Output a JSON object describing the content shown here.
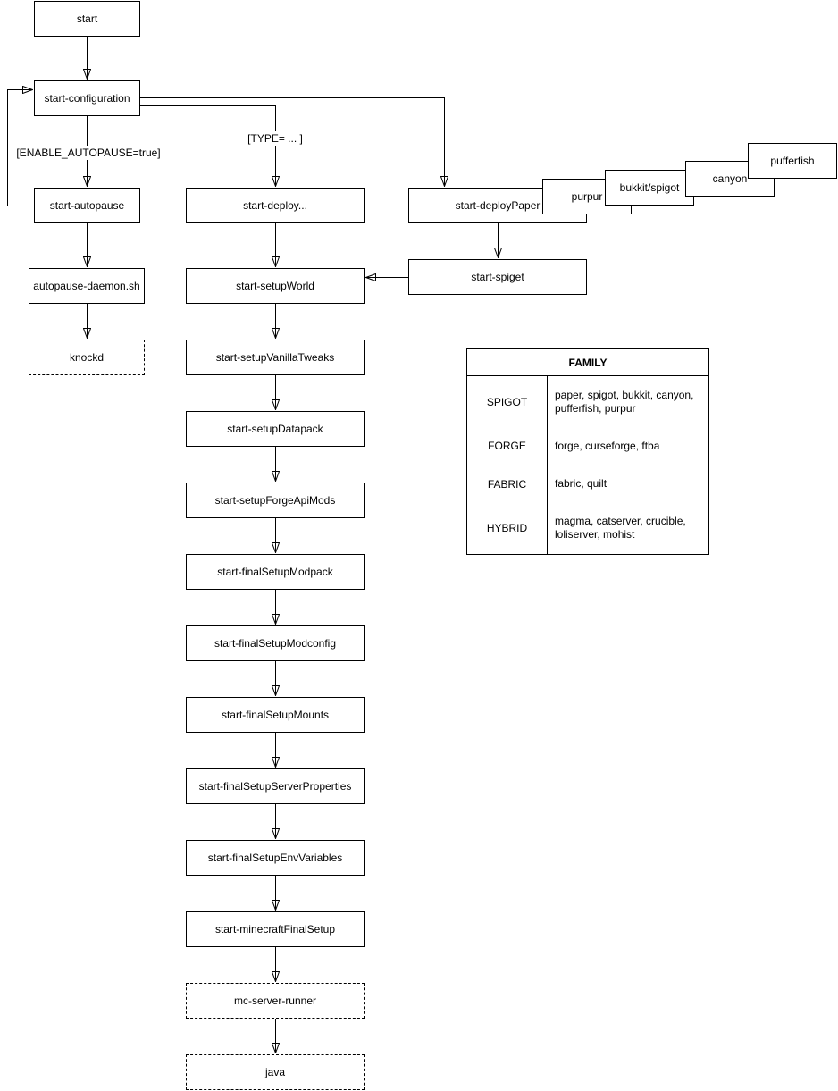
{
  "diagram": {
    "background_color": "#ffffff",
    "stroke_color": "#000000",
    "nodes": {
      "start": {
        "label": "start"
      },
      "start_configuration": {
        "label": "start-configuration"
      },
      "start_autopause": {
        "label": "start-autopause"
      },
      "autopause_daemon": {
        "label": "autopause-daemon.sh"
      },
      "knockd": {
        "label": "knockd"
      },
      "start_deploy": {
        "label": "start-deploy..."
      },
      "start_deploy_paper": {
        "label": "start-deployPaper"
      },
      "purpur": {
        "label": "purpur"
      },
      "bukkit_spigot": {
        "label": "bukkit/spigot"
      },
      "canyon": {
        "label": "canyon"
      },
      "pufferfish": {
        "label": "pufferfish"
      },
      "start_spiget": {
        "label": "start-spiget"
      },
      "start_setup_world": {
        "label": "start-setupWorld"
      },
      "start_setup_vanilla_tweaks": {
        "label": "start-setupVanillaTweaks"
      },
      "start_setup_datapack": {
        "label": "start-setupDatapack"
      },
      "start_setup_forge_api_mods": {
        "label": "start-setupForgeApiMods"
      },
      "start_final_setup_modpack": {
        "label": "start-finalSetupModpack"
      },
      "start_final_setup_modconfig": {
        "label": "start-finalSetupModconfig"
      },
      "start_final_setup_mounts": {
        "label": "start-finalSetupMounts"
      },
      "start_final_setup_server_properties": {
        "label": "start-finalSetupServerProperties"
      },
      "start_final_setup_env_variables": {
        "label": "start-finalSetupEnvVariables"
      },
      "start_minecraft_final_setup": {
        "label": "start-minecraftFinalSetup"
      },
      "mc_server_runner": {
        "label": "mc-server-runner"
      },
      "java": {
        "label": "java"
      }
    },
    "edge_labels": {
      "enable_autopause": "[ENABLE_AUTOPAUSE=true]",
      "type": "[TYPE= ... ]"
    },
    "family_table": {
      "title": "FAMILY",
      "rows": [
        {
          "family": "SPIGOT",
          "members": "paper, spigot, bukkit, canyon,\npufferfish, purpur"
        },
        {
          "family": "FORGE",
          "members": "forge, curseforge, ftba"
        },
        {
          "family": "FABRIC",
          "members": "fabric, quilt"
        },
        {
          "family": "HYBRID",
          "members": "magma, catserver, crucible,\nloliserver, mohist"
        }
      ]
    }
  }
}
